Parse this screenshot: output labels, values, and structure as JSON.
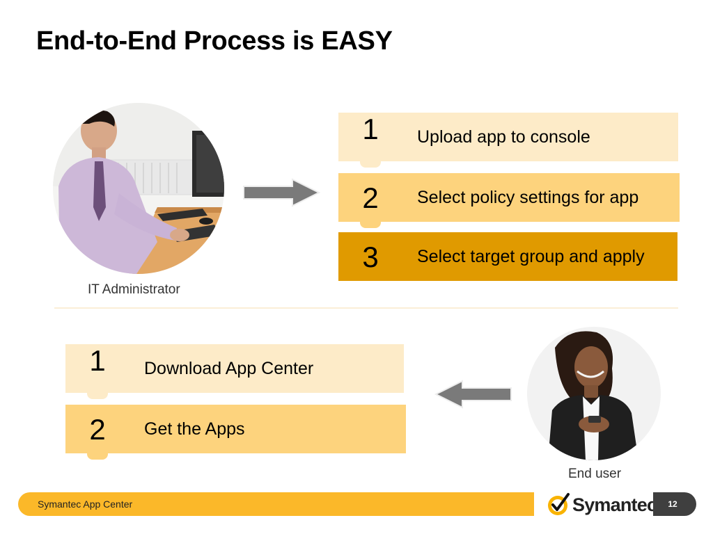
{
  "slide": {
    "title": "End-to-End Process is EASY",
    "admin": {
      "caption": "IT Administrator",
      "steps": [
        {
          "number": "1",
          "label": "Upload app to console"
        },
        {
          "number": "2",
          "label": "Select policy settings for app"
        },
        {
          "number": "3",
          "label": "Select target group and apply"
        }
      ]
    },
    "user": {
      "caption": "End user",
      "steps": [
        {
          "number": "1",
          "label": "Download App Center"
        },
        {
          "number": "2",
          "label": "Get the Apps"
        }
      ]
    }
  },
  "footer": {
    "text": "Symantec App Center",
    "logo_text": "Symantec.",
    "page_number": "12"
  },
  "colors": {
    "accent": "#fbb829",
    "step_light": "#fdebc8",
    "step_mid": "#fdd37d",
    "step_dark": "#e09a00",
    "arrow": "#7a7a7a",
    "page_pill": "#3f3f3f"
  },
  "icons": {
    "arrow_right": "arrow-right-icon",
    "arrow_left": "arrow-left-icon",
    "logo_check": "checkmark-logo-icon"
  }
}
